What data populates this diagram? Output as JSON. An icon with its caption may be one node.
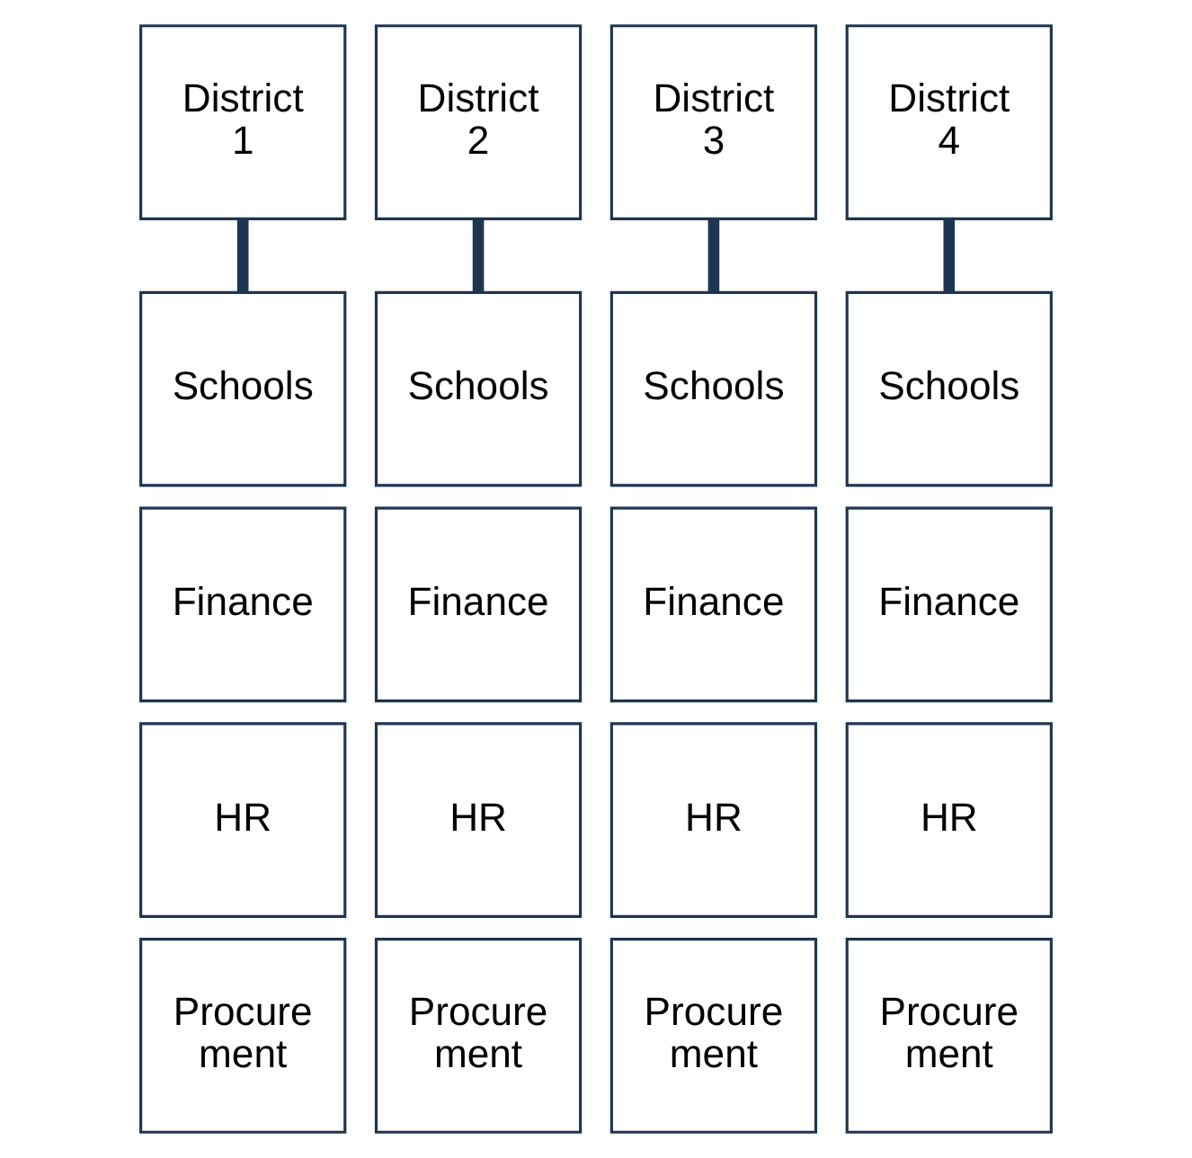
{
  "diagram": {
    "nodes": [
      {
        "text": [
          "District 1"
        ]
      },
      {
        "text": [
          "District 2"
        ]
      },
      {
        "text": [
          "District 3"
        ]
      },
      {
        "text": [
          "District 4"
        ]
      },
      {
        "text": [
          "Schools"
        ]
      },
      {
        "text": [
          "Schools"
        ]
      },
      {
        "text": [
          "Schools"
        ]
      },
      {
        "text": [
          "Schools"
        ]
      },
      {
        "text": [
          "Finance"
        ]
      },
      {
        "text": [
          "Finance"
        ]
      },
      {
        "text": [
          "Finance"
        ]
      },
      {
        "text": [
          "Finance"
        ]
      },
      {
        "text": [
          "HR"
        ]
      },
      {
        "text": [
          "HR"
        ]
      },
      {
        "text": [
          "HR"
        ]
      },
      {
        "text": [
          "HR"
        ]
      },
      {
        "text": [
          "Procure ment"
        ]
      },
      {
        "text": [
          "Procure ment"
        ]
      },
      {
        "text": [
          "Procure ment"
        ]
      },
      {
        "text": [
          "Procure ment"
        ]
      }
    ],
    "edges": [
      {
        "from": 0,
        "to": 4,
        "arrow": "none"
      },
      {
        "from": 1,
        "to": 5,
        "arrow": "none"
      },
      {
        "from": 2,
        "to": 6,
        "arrow": "none"
      },
      {
        "from": 3,
        "to": 7,
        "arrow": "none"
      }
    ]
  }
}
